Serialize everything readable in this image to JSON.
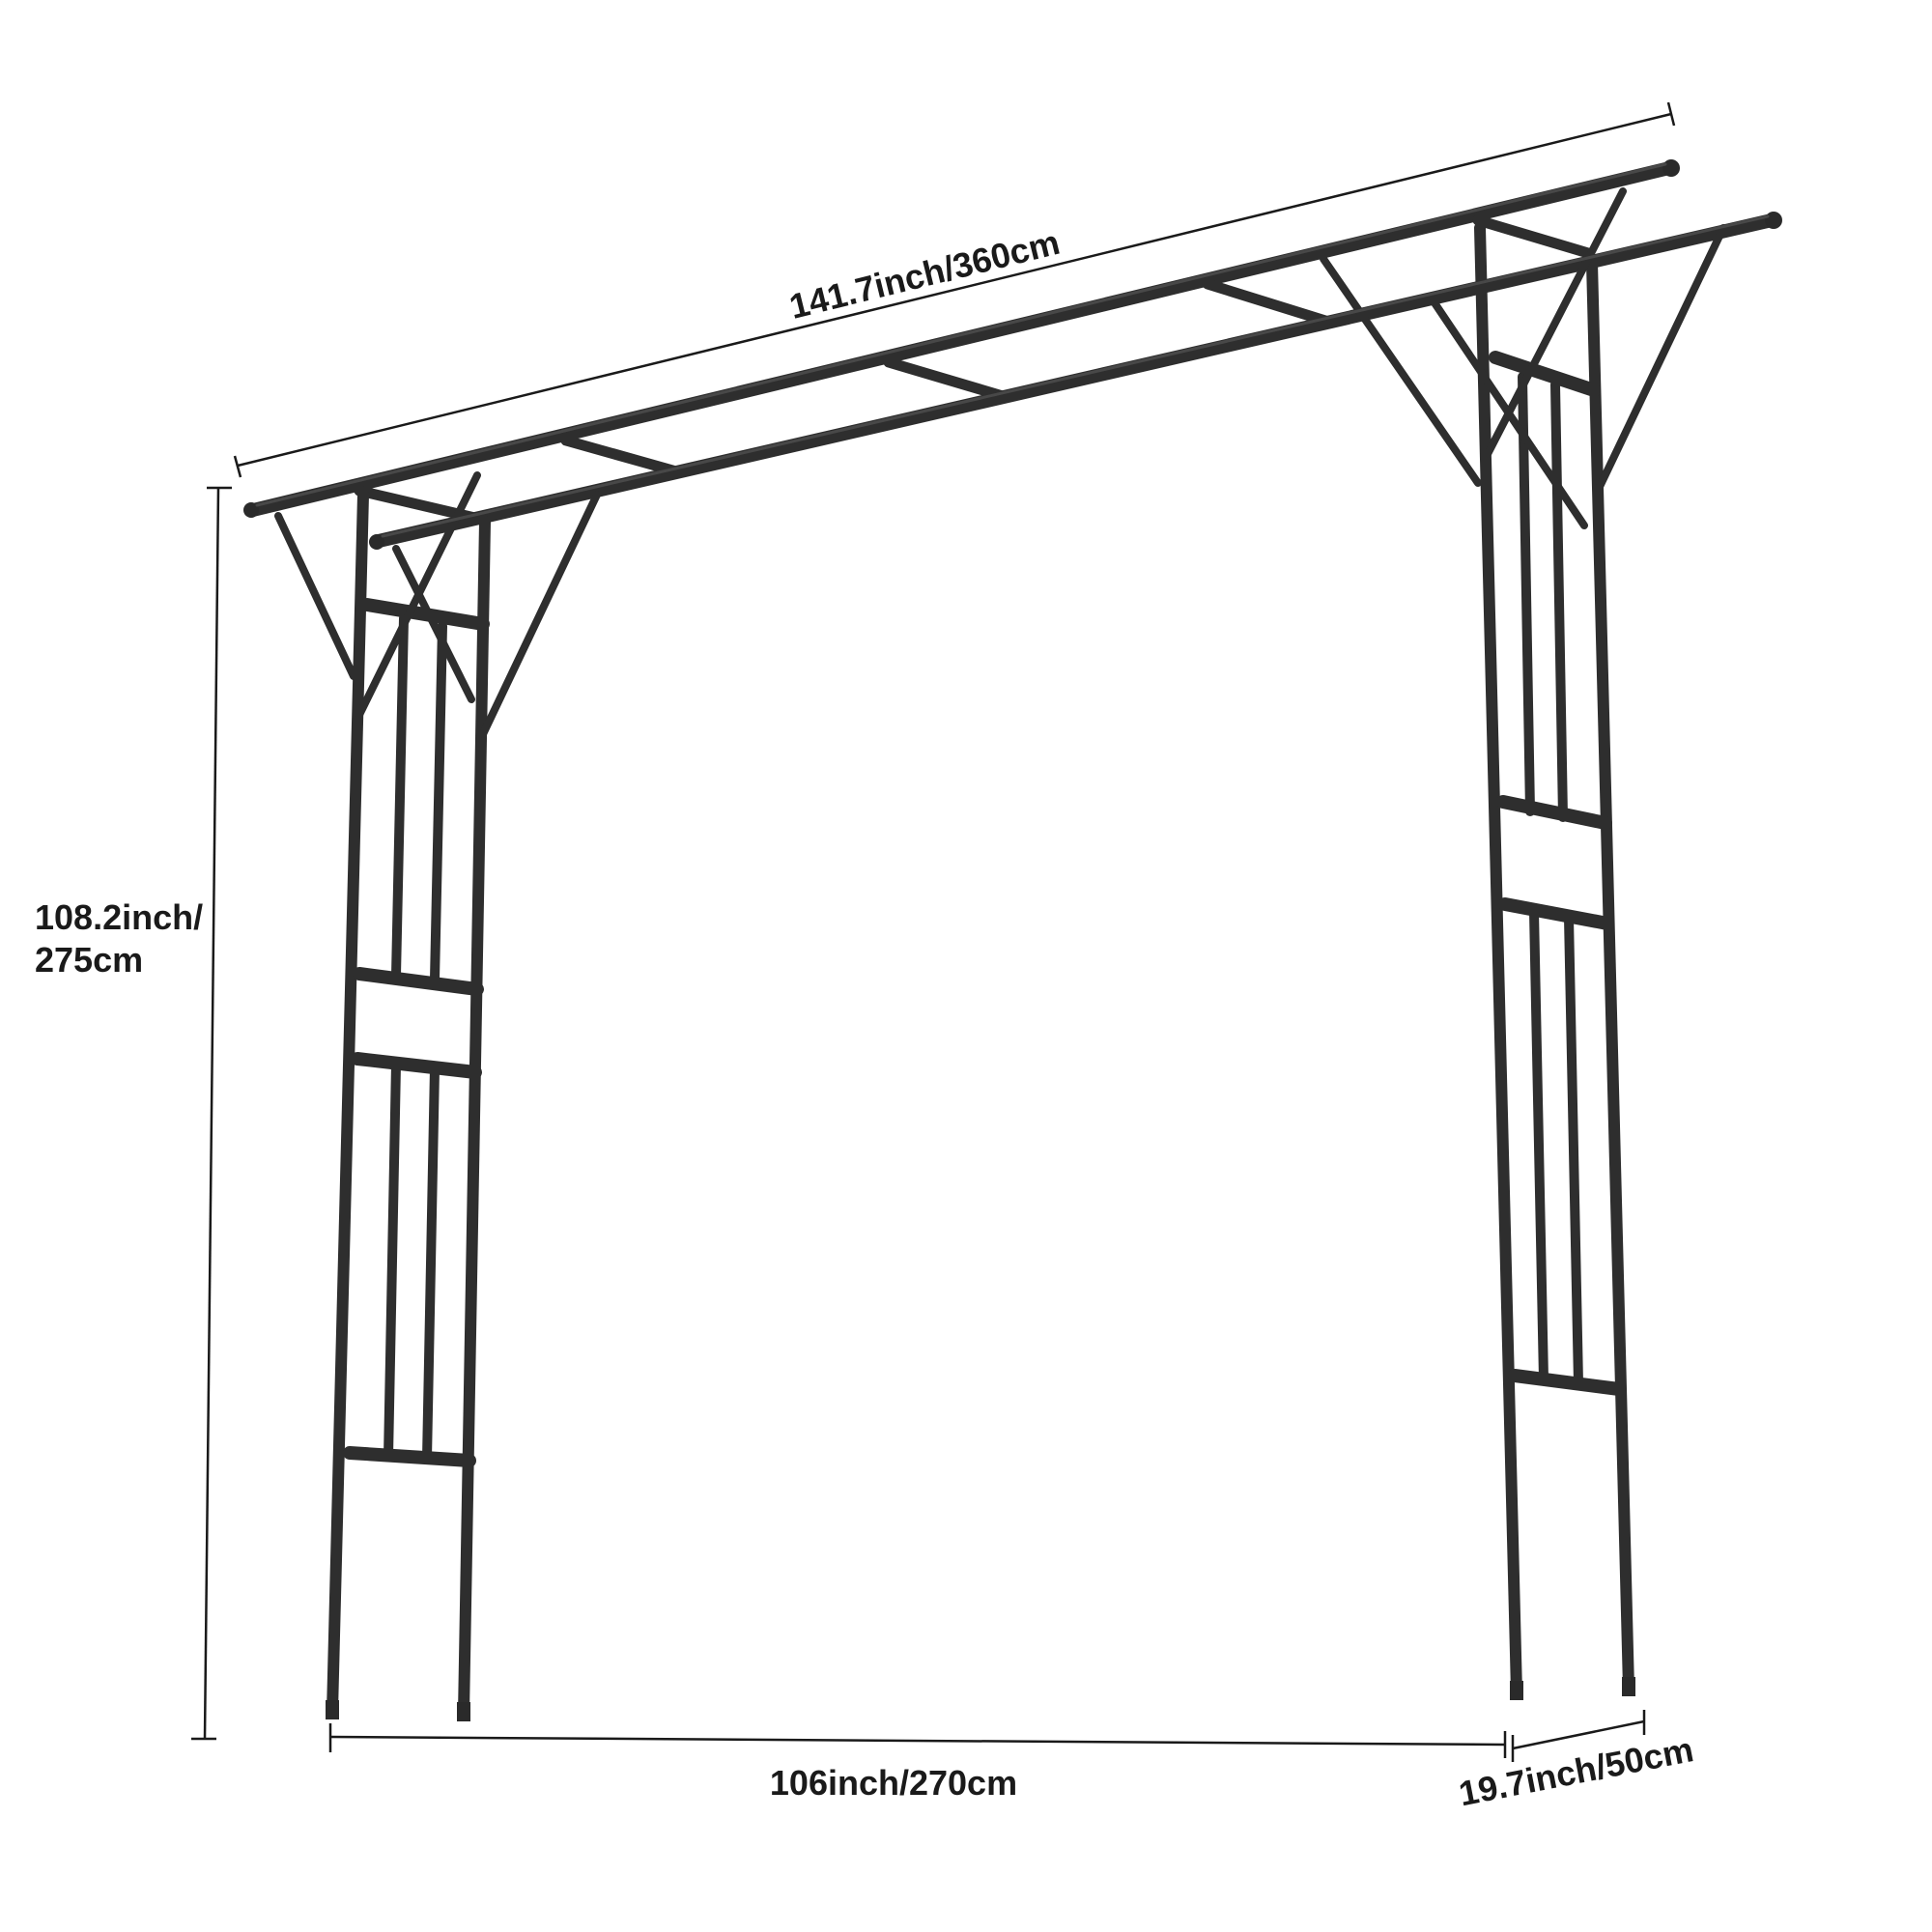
{
  "dimensions": {
    "length": "141.7inch/360cm",
    "height_line1": "108.2inch/",
    "height_line2": "275cm",
    "width": "106inch/270cm",
    "depth": "19.7inch/50cm"
  },
  "colors": {
    "frame": "#2e2e2e",
    "dimension_lines": "#1a1a1a",
    "background": "#ffffff"
  }
}
